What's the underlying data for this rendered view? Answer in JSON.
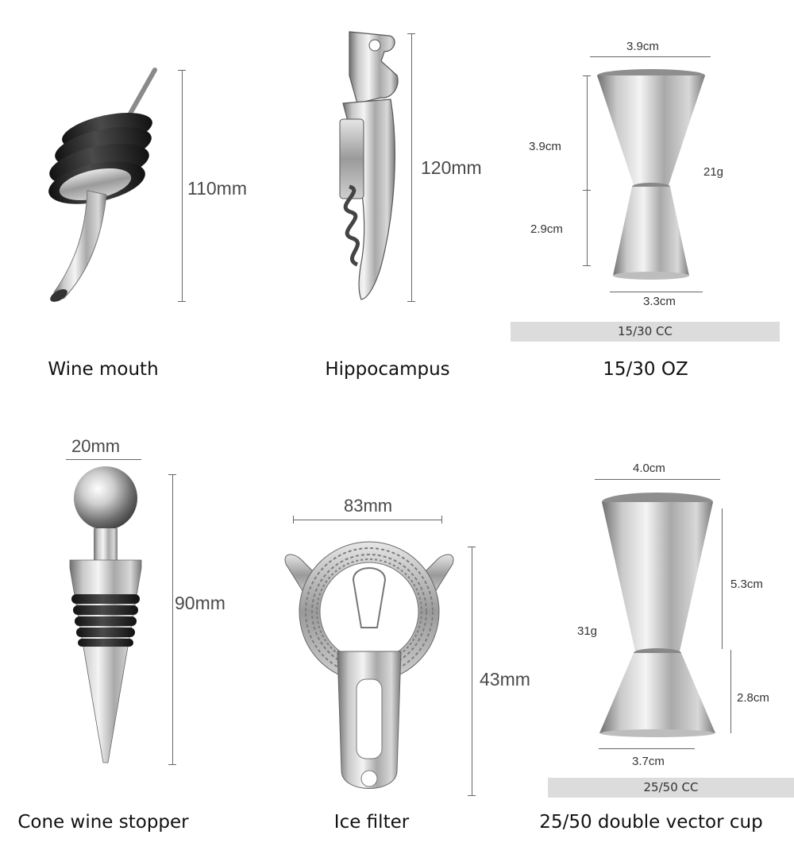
{
  "products": {
    "pourer": {
      "label": "Wine mouth",
      "height": "110mm"
    },
    "corkscrew": {
      "label": "Hippocampus",
      "height": "120mm"
    },
    "jigger_small": {
      "label": "15/30 OZ",
      "top_width": "3.9cm",
      "upper_height": "3.9cm",
      "lower_height": "2.9cm",
      "bottom_width": "3.3cm",
      "weight": "21g",
      "capacity": "15/30 CC"
    },
    "stopper": {
      "label": "Cone wine stopper",
      "width": "20mm",
      "height": "90mm"
    },
    "strainer": {
      "label": "Ice filter",
      "width": "83mm",
      "height": "43mm"
    },
    "jigger_large": {
      "label": "25/50 double vector cup",
      "top_width": "4.0cm",
      "upper_height": "5.3cm",
      "lower_height": "2.8cm",
      "bottom_width": "3.7cm",
      "weight": "31g",
      "capacity": "25/50 CC"
    }
  }
}
